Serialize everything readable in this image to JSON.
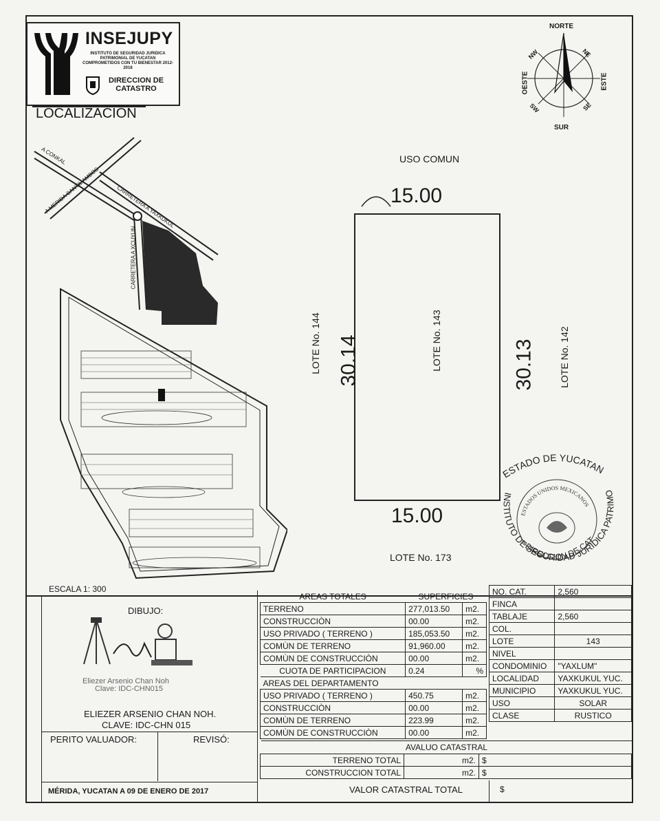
{
  "header": {
    "org": "INSEJUPY",
    "org_subtitle": "INSTITUTO DE SEGURIDAD JURIDICA PATRIMONIAL DE YUCATAN COMPROMETIDOS CON TU BIENESTAR 2012-2018",
    "department": "DIRECCION DE CATASTRO",
    "location_title": "LOCALIZACIÓN"
  },
  "compass": {
    "north": "NORTE",
    "south": "SUR",
    "east": "ESTE",
    "west": "OESTE",
    "ne": "NE",
    "nw": "NW",
    "se": "SE",
    "sw": "SW"
  },
  "location_map": {
    "road1": "A CONKAL",
    "road2": "A MERIDA CANTIL AMBOS",
    "road3": "CARRETERA A YAXKUKUL",
    "road4": "CARRETERA A XCUYUN"
  },
  "lot": {
    "top_neighbor": "USO COMUN",
    "top_dim": "15.00",
    "bottom_dim": "15.00",
    "left_dim": "30.14",
    "right_dim": "30.13",
    "left_neighbor": "LOTE No. 144",
    "center_label": "LOTE No. 143",
    "right_neighbor": "LOTE No. 142",
    "bottom_neighbor": "LOTE No. 173"
  },
  "seal": {
    "top": "ESTADO DE YUCATAN",
    "ring": "INSTITUTO DE SEGURIDAD JURIDICA PATRIMONIAL DE YUCATAN",
    "inner": "ESTADOS UNIDOS MEXICANOS",
    "bottom": "DIRECCION DE CATASTRO"
  },
  "scale": "ESCALA  1: 300",
  "drawing": {
    "title": "DIBUJO:",
    "signature_name": "Eliezer Arsenio Chan Noh",
    "signature_key": "Clave: IDC-CHN015",
    "name": "ELIEZER ARSENIO CHAN NOH.",
    "key": "CLAVE: IDC-CHN 015",
    "perito": "PERITO VALUADOR:",
    "reviso": "REVISÓ:",
    "date": "MÉRIDA, YUCATAN  A  09  DE ENERO DE  2017"
  },
  "areas": {
    "header_left": "AREAS TOTALES",
    "header_right": "SUPERFICIES",
    "rows": [
      {
        "label": "TERRENO",
        "value": "277,013.50",
        "unit": "m2."
      },
      {
        "label": "CONSTRUCCIÒN",
        "value": "00.00",
        "unit": "m2."
      },
      {
        "label": "USO PRIVADO  ( TERRENO )",
        "value": "185,053.50",
        "unit": "m2."
      },
      {
        "label": "COMÙN DE TERRENO",
        "value": "91,960.00",
        "unit": "m2."
      },
      {
        "label": "COMÙN DE CONSTRUCCIÒN",
        "value": "00.00",
        "unit": "m2."
      }
    ],
    "cuota_label": "CUOTA DE PARTICIPACION",
    "cuota_value": "0.24",
    "cuota_unit": "%",
    "dept_header": "AREAS DEL DEPARTAMENTO",
    "dept_rows": [
      {
        "label": "USO PRIVADO  ( TERRENO )",
        "value": "450.75",
        "unit": "m2."
      },
      {
        "label": "CONSTRUCCIÒN",
        "value": "00.00",
        "unit": "m2."
      },
      {
        "label": "COMÙN DE TERRENO",
        "value": "223.99",
        "unit": "m2."
      },
      {
        "label": "COMÙN DE CONSTRUCCIÒN",
        "value": "00.00",
        "unit": "m2."
      }
    ]
  },
  "info": [
    {
      "label": "NO. CAT.",
      "value": "2,560"
    },
    {
      "label": "FINCA",
      "value": ""
    },
    {
      "label": "TABLAJE",
      "value": "2,560"
    },
    {
      "label": "COL.",
      "value": ""
    },
    {
      "label": "LOTE",
      "value": "143"
    },
    {
      "label": "NIVEL",
      "value": ""
    },
    {
      "label": "CONDOMINIO",
      "value": "\"YAXLUM\""
    },
    {
      "label": "LOCALIDAD",
      "value": "YAXKUKUL YUC."
    },
    {
      "label": "MUNICIPIO",
      "value": "YAXKUKUL YUC."
    },
    {
      "label": "USO",
      "value": "SOLAR"
    },
    {
      "label": "CLASE",
      "value": "RUSTICO"
    }
  ],
  "avaluo": {
    "title": "AVALUO CATASTRAL",
    "terreno_label": "TERRENO TOTAL",
    "construccion_label": "CONSTRUCCION TOTAL",
    "unit": "m2.",
    "currency": "$",
    "total_label": "VALOR CATASTRAL TOTAL"
  }
}
